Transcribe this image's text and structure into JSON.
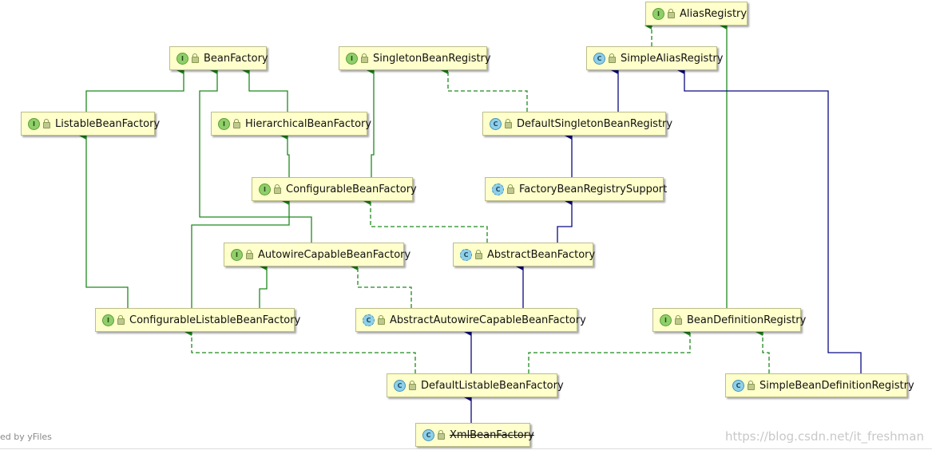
{
  "nodes": [
    {
      "id": "aliasreg",
      "label": "AliasRegistry",
      "kind": "I",
      "badge": "iface"
    },
    {
      "id": "beanfactory",
      "label": "BeanFactory",
      "kind": "I",
      "badge": "iface"
    },
    {
      "id": "singletonreg",
      "label": "SingletonBeanRegistry",
      "kind": "I",
      "badge": "iface"
    },
    {
      "id": "simplealias",
      "label": "SimpleAliasRegistry",
      "kind": "C",
      "badge": "cls"
    },
    {
      "id": "listable",
      "label": "ListableBeanFactory",
      "kind": "I",
      "badge": "iface"
    },
    {
      "id": "hierarchical",
      "label": "HierarchicalBeanFactory",
      "kind": "I",
      "badge": "iface"
    },
    {
      "id": "defsingleton",
      "label": "DefaultSingletonBeanRegistry",
      "kind": "C",
      "badge": "cls"
    },
    {
      "id": "configurable",
      "label": "ConfigurableBeanFactory",
      "kind": "I",
      "badge": "iface"
    },
    {
      "id": "factorysupport",
      "label": "FactoryBeanRegistrySupport",
      "kind": "C",
      "badge": "abs"
    },
    {
      "id": "autowirecap",
      "label": "AutowireCapableBeanFactory",
      "kind": "I",
      "badge": "iface"
    },
    {
      "id": "abstractbf",
      "label": "AbstractBeanFactory",
      "kind": "C",
      "badge": "abs"
    },
    {
      "id": "conflistable",
      "label": "ConfigurableListableBeanFactory",
      "kind": "I",
      "badge": "iface"
    },
    {
      "id": "abstractautowire",
      "label": "AbstractAutowireCapableBeanFactory",
      "kind": "C",
      "badge": "abs"
    },
    {
      "id": "beandefreg",
      "label": "BeanDefinitionRegistry",
      "kind": "I",
      "badge": "iface"
    },
    {
      "id": "deflistable",
      "label": "DefaultListableBeanFactory",
      "kind": "C",
      "badge": "cls"
    },
    {
      "id": "simplebeandef",
      "label": "SimpleBeanDefinitionRegistry",
      "kind": "C",
      "badge": "cls"
    },
    {
      "id": "xmlbf",
      "label": "XmlBeanFactory",
      "kind": "C",
      "badge": "cls",
      "deprecated": true
    }
  ],
  "colors": {
    "interface_extends": "#1f8a1f",
    "class_extends": "#0a0a80",
    "implements": "#1f8a1f",
    "node_fill": "#ffffcc"
  },
  "footer": {
    "left": "ed by yFiles",
    "right": "https://blog.csdn.net/it_freshman"
  }
}
